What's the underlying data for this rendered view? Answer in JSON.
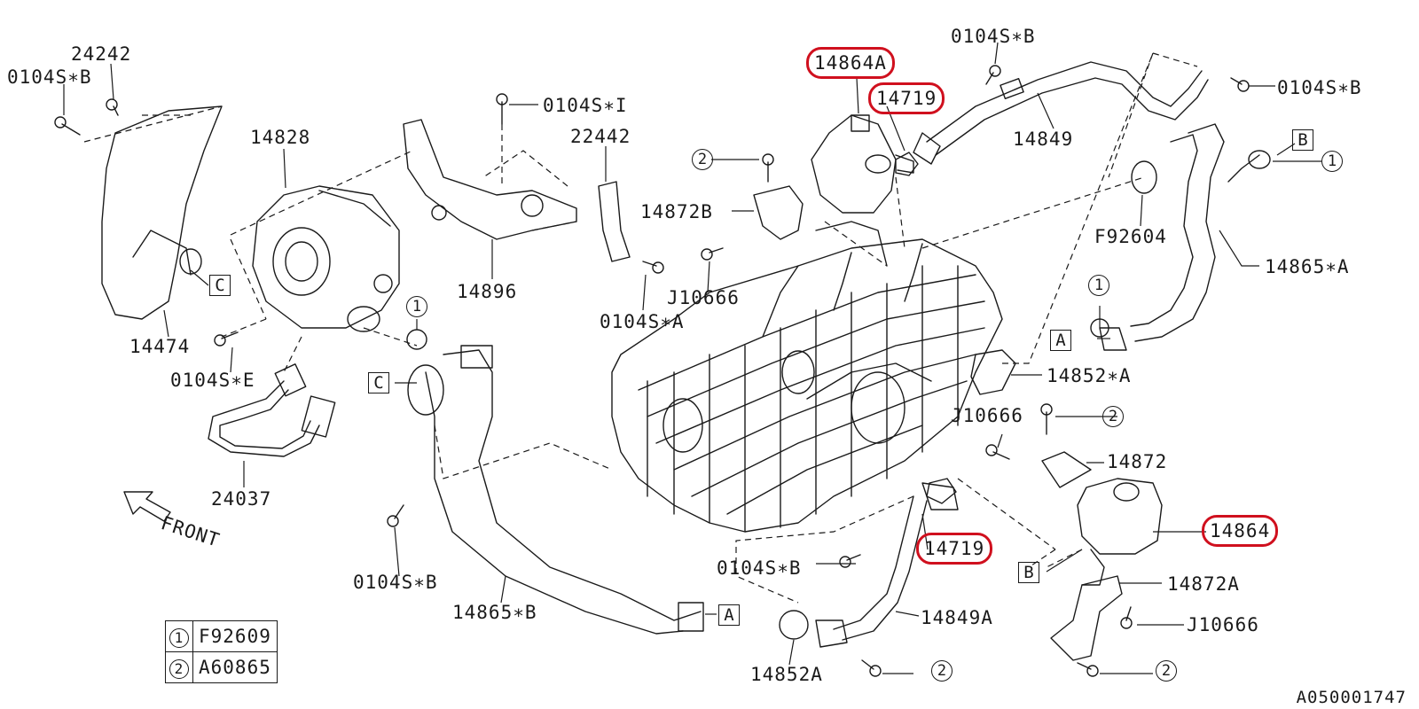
{
  "labels": {
    "p24242": "24242",
    "p0104SB_tl": "0104S∗B",
    "p14828": "14828",
    "p0104SI": "0104S∗I",
    "p22442": "22442",
    "p14864A": "14864A",
    "p14719_top": "14719",
    "p0104SB_top": "0104S∗B",
    "p0104SB_right": "0104S∗B",
    "p14849": "14849",
    "p14872B": "14872B",
    "pF92604": "F92604",
    "p14865A": "14865∗A",
    "p14896": "14896",
    "pJ10666_a": "J10666",
    "p0104SA": "0104S∗A",
    "p14474": "14474",
    "p0104SE": "0104S∗E",
    "p14852A_star": "14852∗A",
    "pJ10666_b": "J10666",
    "p14872": "14872",
    "p24037": "24037",
    "p14864": "14864",
    "p14719_bot": "14719",
    "p0104SB_mid": "0104S∗B",
    "p14872A": "14872A",
    "p0104SB_low": "0104S∗B",
    "p14865B": "14865∗B",
    "p14849A": "14849A",
    "pJ10666_c": "J10666",
    "p14852A": "14852A"
  },
  "callouts": {
    "c1": "1",
    "c2": "2",
    "sqA": "A",
    "sqB": "B",
    "sqC": "C"
  },
  "front_label": "FRONT",
  "legend": [
    {
      "key": "1",
      "part": "F92609"
    },
    {
      "key": "2",
      "part": "A60865"
    }
  ],
  "doc_id": "A050001747",
  "highlight_color": "#d0101e"
}
